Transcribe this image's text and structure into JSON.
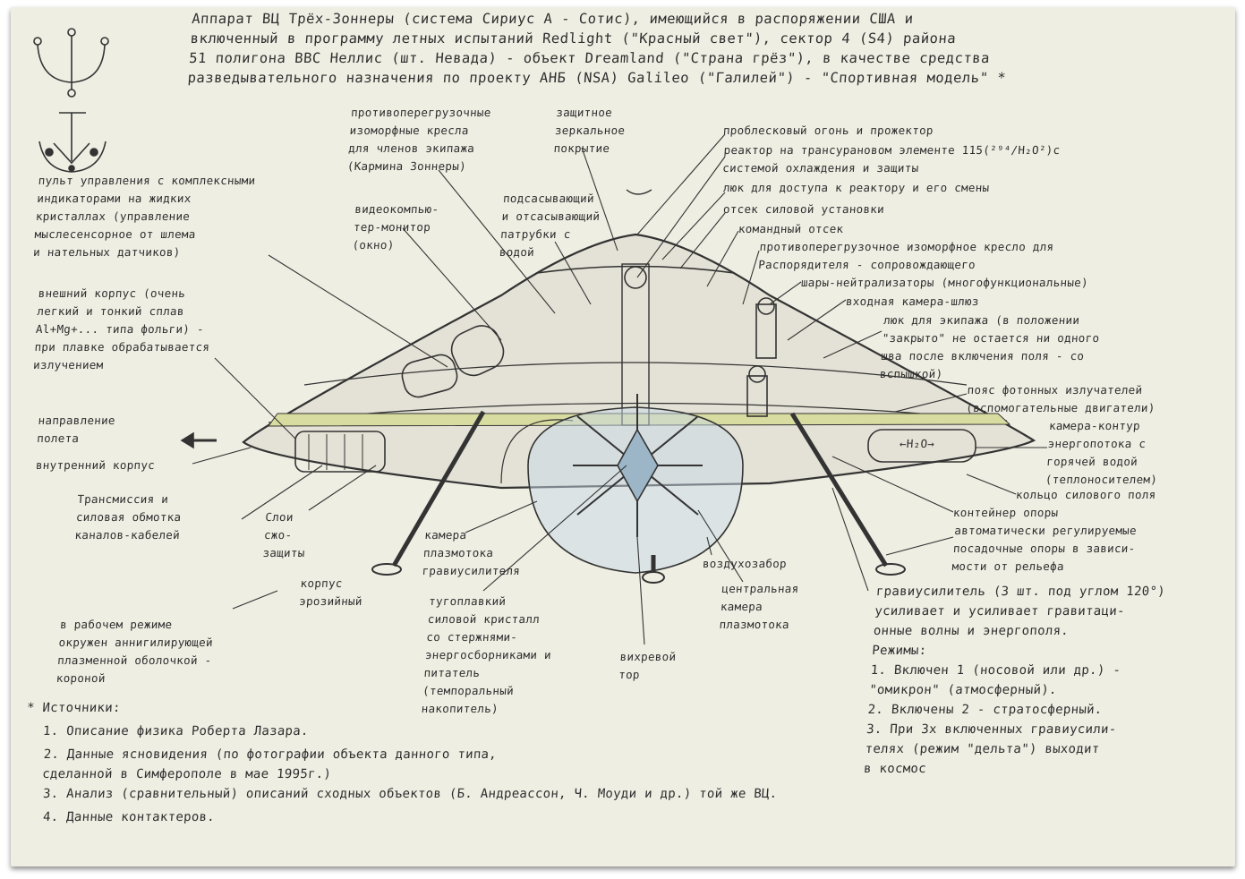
{
  "header": {
    "text": "Аппарат ВЦ Трёх-Зоннеры (система Сириус А - Сотис), имеющийся в распоряжении США и\nвключенный в программу летных испытаний Redlight (\"Красный свет\"), сектор 4 (S4) района\n51 полигона ВВС Неллис (шт. Невада) - объект Dreamland (\"Страна грёз\"), в качестве средства\nразведывательного назначения по проекту АНБ (NSA) Galileo (\"Галилей\") - \"Спортивная модель\" *"
  },
  "labels": {
    "seats_crew": "противоперегрузочные\nизоморфные кресла\nдля членов экипажа\n(Кармина Зоннеры)",
    "mirror": "защитное\nзеркальное\nпокрытие",
    "beacon": "проблесковый огонь и прожектор",
    "reactor": "реактор на трансурановом элементе 115(²⁹⁴/H₂O²)с\nсистемой охлаждения и защиты",
    "hatch_reactor": "люк для доступа к реактору и его смены",
    "power": "отсек силовой установки",
    "command": "командный отсек",
    "seat_dispatcher": "противоперегрузочное изоморфное кресло для\nРаспорядителя - сопровождающего",
    "spheres": "шары-нейтрализаторы (многофункциональные)",
    "airlock": "входная камера-шлюз",
    "crew_hatch": "люк для экипажа (в положении\n\"закрыто\" не остается ни одного\nшва после включения поля - со\nвспышкой)",
    "photon_belt": "пояс фотонных излучателей\n(вспомогательные двигатели)",
    "energy_chamber": "камера-контур\nэнергопотока с\nгорячей водой\n(теплоносителем)",
    "h2o": "←H₂O→",
    "force_ring": "кольцо силового поля",
    "leg_container": "контейнер опоры",
    "landing_legs": "автоматически регулируемые\nпосадочные опоры в зависи-\nмости от рельефа",
    "console": "пульт управления с комплексными\nиндикаторами на жидких\nкристаллах (управление\nмыслесенсорное от шлема\nи нательных датчиков)",
    "video": "видеокомпью-\nтер-монитор\n(окно)",
    "pipes": "подсасывающий\nи отсасывающий\nпатрубки с\nводой",
    "outer_hull": "внешний корпус (очень\nлегкий и тонкий сплав\nAl+Mg+... типа фольги) -\nпри плавке обрабатывается\nизлучением",
    "direction": "направление\nполета",
    "inner_hull": "внутренний корпус",
    "transmission": "Трансмиссия и\nсиловая обмотка\nканалов-кабелей",
    "layers": "Слои\nсжо-\nзащиты",
    "plasma_chamber": "камера\nплазмотока\nгравиусилителя",
    "hull_shell": "корпус\nэрозийный",
    "air_intake": "воздухозабор",
    "central_chamber": "центральная\nкамера\nплазмотока",
    "crystal": "тугоплавкий\nсиловой кристалл\nсо стержнями-\nэнергосборниками и\nпитатель\n(темпоральный\nнакопитель)",
    "vortex": "вихревой\nтор",
    "corona": "в рабочем режиме\nокружен аннигилирующей\nплазменной оболочкой -\nкороной",
    "gravity": "гравиусилитель (3 шт. под углом 120°)\nусиливает и усиливает гравитаци-\nонные волны и энергополя.\nРежимы:\n1. Включен 1 (носовой или др.) -\n   \"омикрон\" (атмосферный).\n2. Включены 2 - стратосферный.\n3. При 3х включенных гравиусили-\nтелях (режим \"дельта\") выходит\n   в космос"
  },
  "sources": {
    "title": "* Источники:",
    "items": [
      "1. Описание физика Роберта Лазара.",
      "2. Данные ясновидения (по фотографии объекта данного типа,\n   сделанной в Симферополе в мае 1995г.)",
      "3. Анализ (сравнительный) описаний сходных объектов (Б. Андреассон, Ч. Моуди и др.) той же ВЦ.",
      "4. Данные контактеров."
    ]
  },
  "colors": {
    "paper": "#efeee3",
    "ink": "#2e2e2e",
    "accent": "#d9dca0",
    "dome": "#c8d8e6"
  }
}
